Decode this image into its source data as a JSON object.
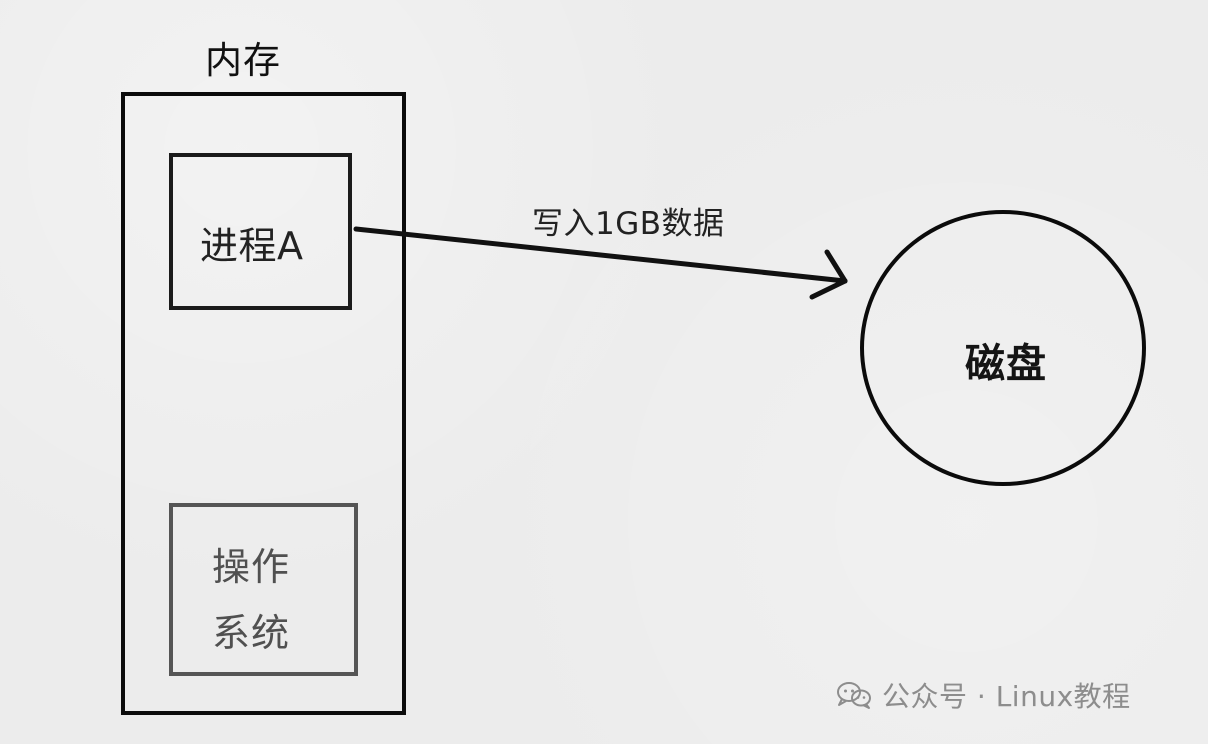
{
  "diagram": {
    "memory": {
      "title": "内存"
    },
    "process": {
      "label": "进程A"
    },
    "os": {
      "line1": "操作",
      "line2": "系统"
    },
    "disk": {
      "label": "磁盘"
    },
    "flow": {
      "label": "写入1GB数据"
    },
    "watermark": {
      "text": "公众号 · Linux教程"
    }
  },
  "colors": {
    "background": "#ececec",
    "stroke": "#0b0b0b",
    "os_stroke": "#555555",
    "watermark": "#8d8d8d"
  },
  "icons": {
    "watermark_icon": "wechat-icon"
  }
}
